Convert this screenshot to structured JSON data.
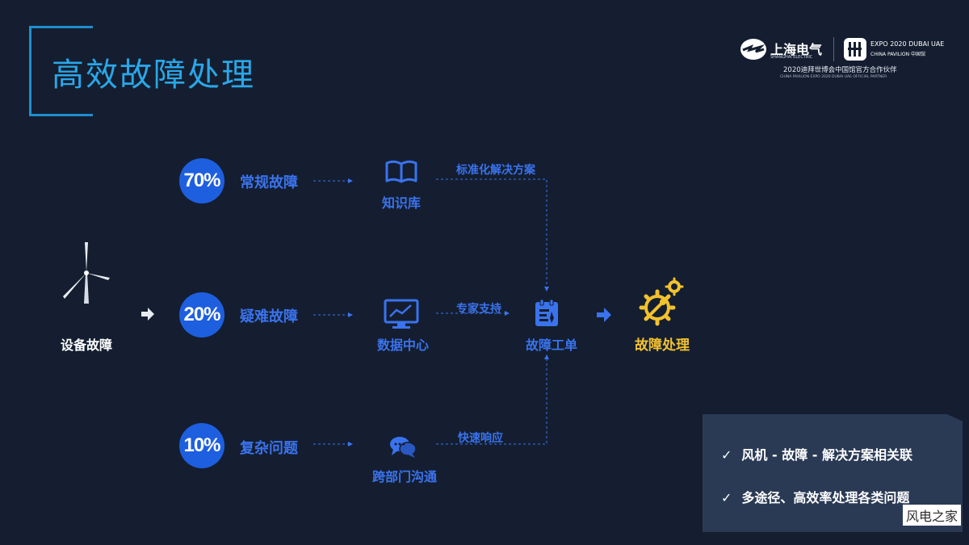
{
  "title": "高效故障处理",
  "logo": {
    "brand_cn": "上海电气",
    "brand_en": "SHANGHAI ELECTRIC",
    "expo_line1": "EXPO 2020 DUBAI UAE",
    "expo_line2": "CHINA PAVILION 中国馆",
    "partner_cn": "2020迪拜世博会中国馆官方合作伙伴",
    "partner_en": "CHINA PAVILION EXPO 2020 DUBAI UAE OFFICIAL PARTNER"
  },
  "source": {
    "label": "设备故障"
  },
  "categories": [
    {
      "pct": "70%",
      "name": "常规故障",
      "channel": "知识库",
      "edge_label": "标准化解决方案"
    },
    {
      "pct": "20%",
      "name": "疑难故障",
      "channel": "数据中心",
      "edge_label": "专家支持"
    },
    {
      "pct": "10%",
      "name": "复杂问题",
      "channel": "跨部门沟通",
      "edge_label": "快速响应"
    }
  ],
  "work_order": {
    "label": "故障工单"
  },
  "result": {
    "label": "故障处理"
  },
  "notes": [
    "风机 - 故障 - 解决方案相关联",
    "多途径、高效率处理各类问题"
  ],
  "watermark": "风电之家",
  "colors": {
    "background": "#141e30",
    "title": "#2aa7e8",
    "accent_blue": "#1e5fe0",
    "label_blue": "#3a73ee",
    "gold": "#f2c12e",
    "note_box": "#2a3a55"
  }
}
